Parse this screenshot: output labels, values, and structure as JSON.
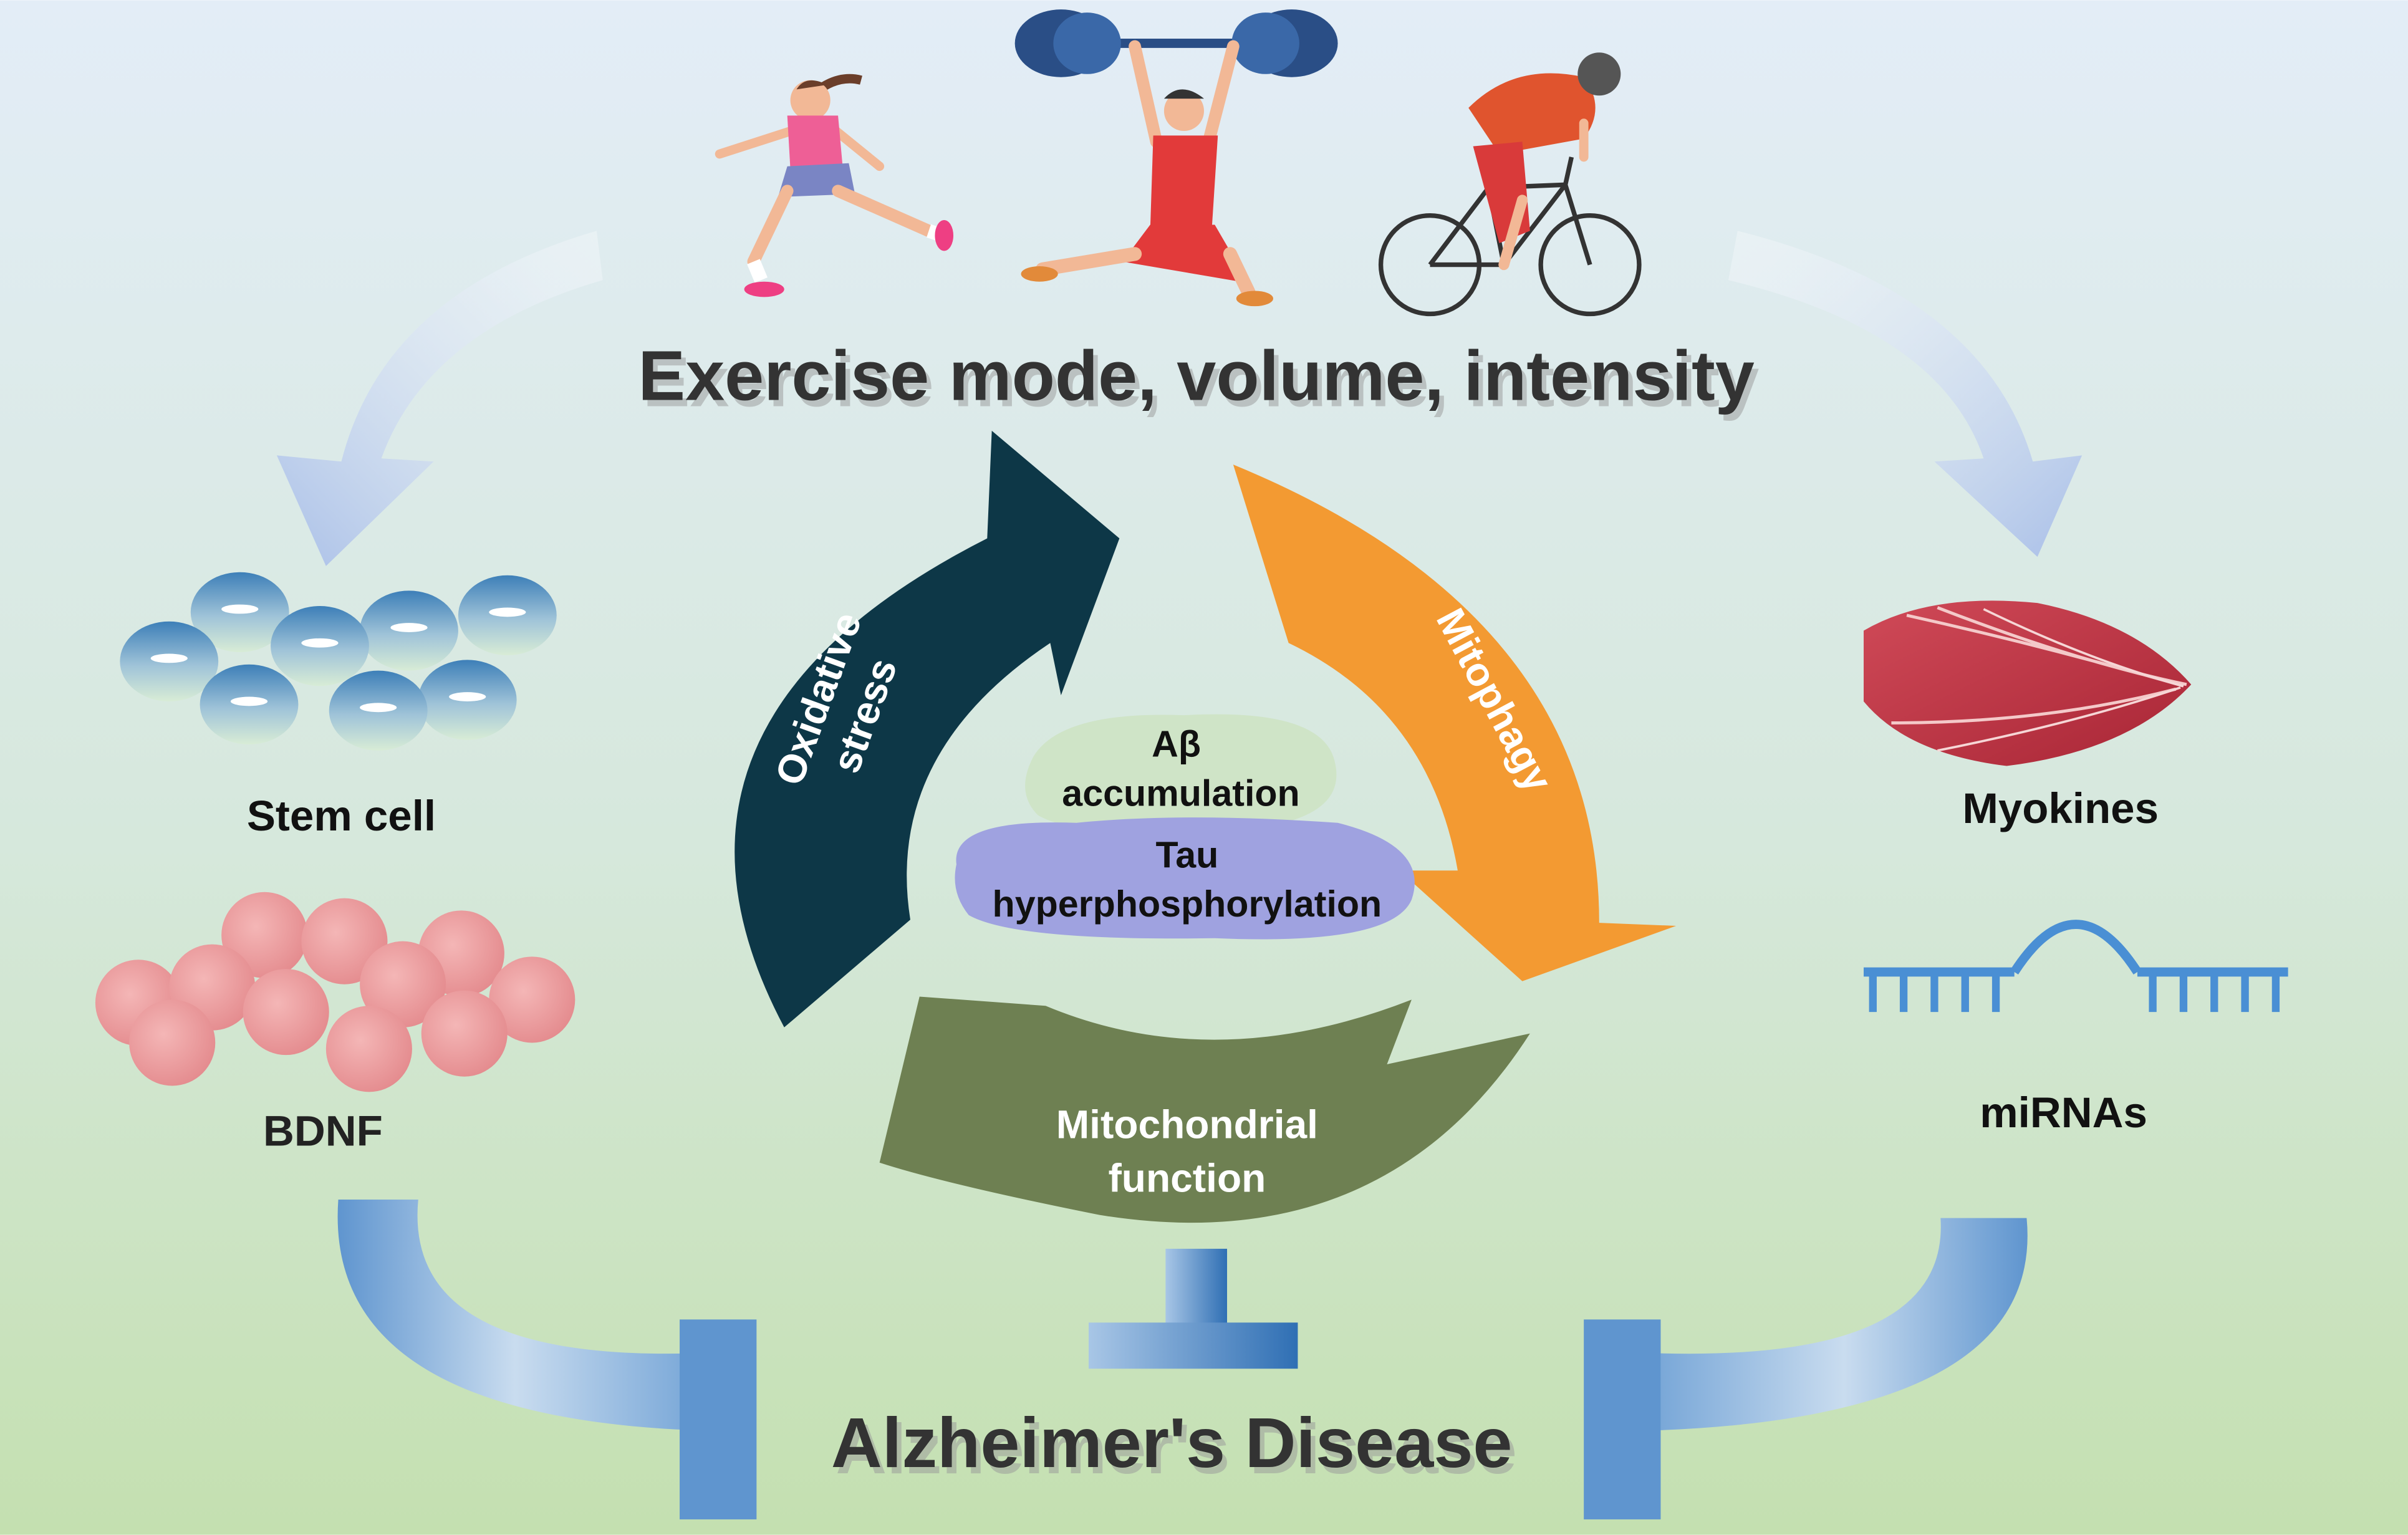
{
  "title": "Exercise mode, volume, intensity",
  "outcome": "Alzheimer's Disease",
  "left_factors": {
    "top": "Stem cell",
    "bottom": "BDNF"
  },
  "right_factors": {
    "top": "Myokines",
    "bottom": "miRNAs"
  },
  "cycle": {
    "oxidative": [
      "Oxidative",
      "stress"
    ],
    "mitophagy": "Mitophagy",
    "mito": [
      "Mitochondrial",
      "function"
    ]
  },
  "center": {
    "abeta": [
      "Aβ",
      "accumulation"
    ],
    "tau": [
      "Tau",
      "hyperphosphorylation"
    ]
  },
  "exercise_icons": [
    "running-woman",
    "weightlifter",
    "cyclist"
  ],
  "colors": {
    "oxidative": "#0d3747",
    "mitophagy": "#f39a32",
    "mito": "#6e8052",
    "blue_arrow": "#a9bfe8",
    "inhibit_blue": "#5f95cf",
    "stem_cell": "#3d7fb8",
    "bdnf": "#e9989a",
    "muscle": "#c43848",
    "mirna": "#4a8fd4",
    "abeta_blob": "#cfe4c7",
    "tau_blob": "#9fa2e0"
  }
}
